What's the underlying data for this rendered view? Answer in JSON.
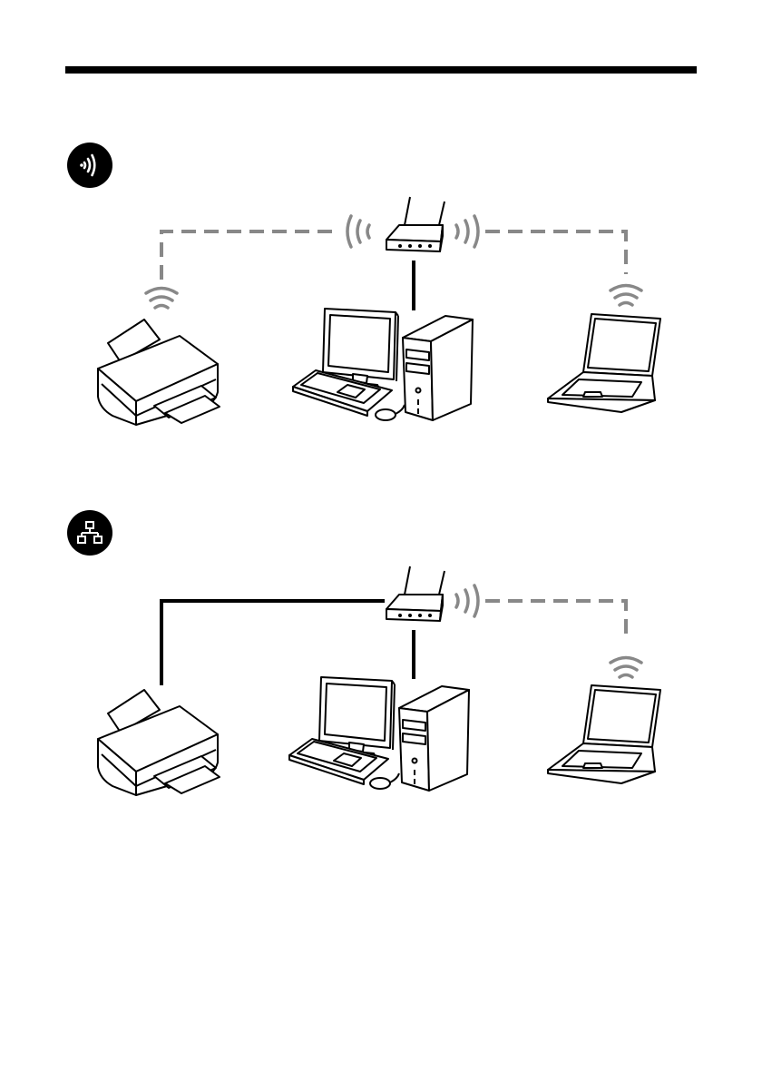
{
  "colors": {
    "rule": "#000000",
    "badge": "#000000",
    "badge_icon": "#ffffff",
    "wired_link": "#000000",
    "wireless_link": "#888888",
    "device_stroke": "#000000",
    "device_fill": "#ffffff"
  },
  "sections": [
    {
      "icon": "wifi-icon",
      "printer_connection": "wireless",
      "computer_connection": "wired",
      "laptop_connection": "wireless"
    },
    {
      "icon": "wired-network-icon",
      "printer_connection": "wired",
      "computer_connection": "wired",
      "laptop_connection": "wireless"
    }
  ]
}
